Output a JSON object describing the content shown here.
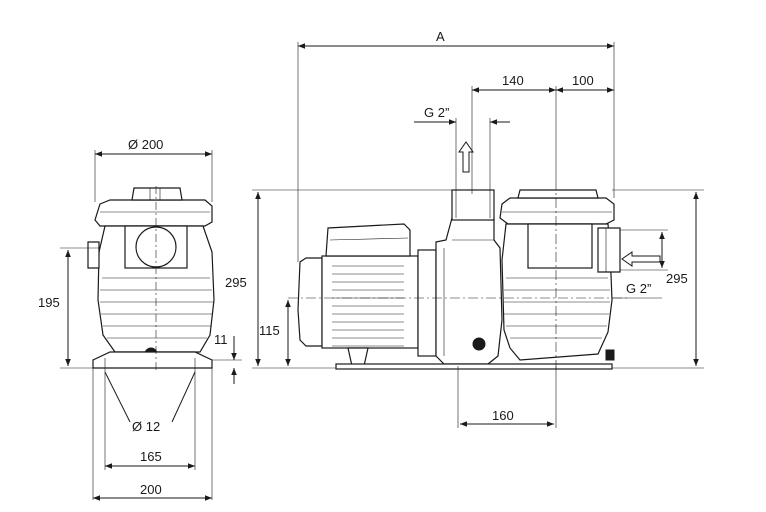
{
  "dimensions": {
    "front_diameter_top": "Ø 200",
    "front_height_195": "195",
    "front_base_11": "11",
    "front_hole_dia": "Ø 12",
    "front_hole_spacing": "165",
    "front_base_width": "200",
    "side_overall_length": "A",
    "side_140": "140",
    "side_100": "100",
    "side_inlet_thread_top": "G 2”",
    "side_inlet_thread_side": "G 2”",
    "side_height_left": "295",
    "side_height_right": "295",
    "side_axis_height": "115",
    "side_foot_spacing": "160"
  }
}
